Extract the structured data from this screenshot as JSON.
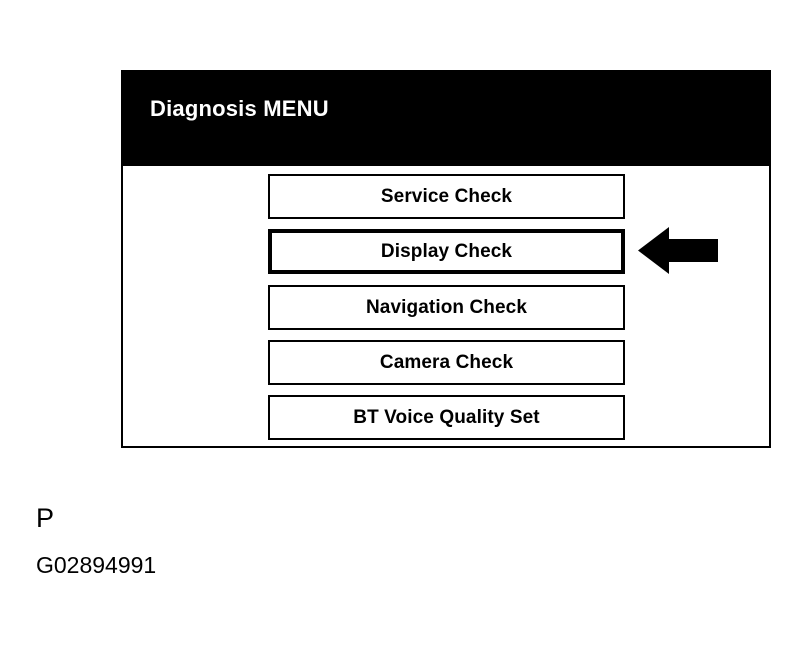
{
  "screen": {
    "title": "Diagnosis MENU",
    "header_bg": "#000000",
    "header_fg": "#ffffff",
    "panel_bg": "#ffffff",
    "panel_border": "#000000",
    "menu_items": [
      {
        "label": "Service Check",
        "selected": false
      },
      {
        "label": "Display Check",
        "selected": true
      },
      {
        "label": "Navigation Check",
        "selected": false
      },
      {
        "label": "Camera Check",
        "selected": false
      },
      {
        "label": "BT Voice Quality Set",
        "selected": false
      }
    ]
  },
  "annotation": {
    "arrow_icon": "arrow-left-solid",
    "arrow_color": "#000000",
    "points_at": "Display Check"
  },
  "caption": {
    "letter": "P",
    "figure_code": "G02894991"
  }
}
